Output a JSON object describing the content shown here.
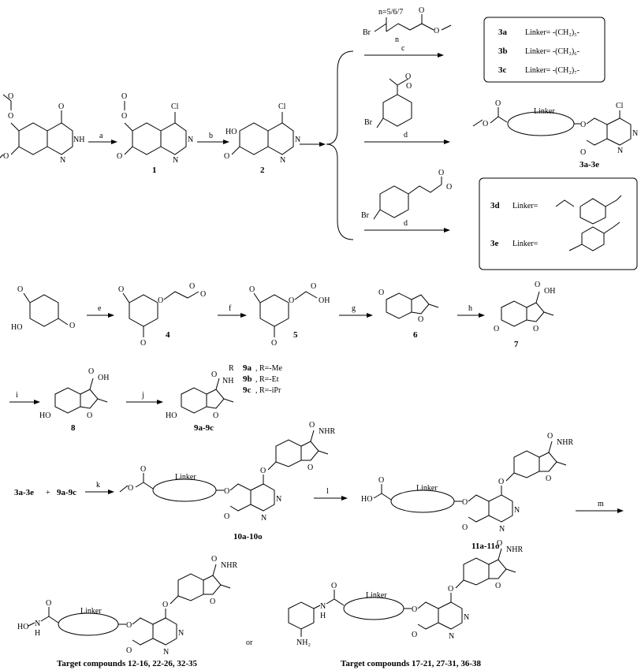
{
  "conditions": {
    "a": "a",
    "b": "b",
    "c": "c",
    "d1": "d",
    "d2": "d",
    "e": "e",
    "f": "f",
    "g": "g",
    "h": "h",
    "i": "i",
    "j": "j",
    "k": "k",
    "l": "l",
    "m": "m"
  },
  "compounds": {
    "c1": "1",
    "c2": "2",
    "c3": "3a-3e",
    "c4": "4",
    "c5": "5",
    "c6": "6",
    "c7": "7",
    "c8": "8",
    "c9": "9a-9c",
    "c10": "10a-10o",
    "c11": "11a-11o",
    "t1": "Target compounds 12-16, 22-26, 32-35",
    "t2": "Target compounds 17-21, 27-31, 36-38",
    "r3": "3a-3e",
    "r9": "9a-9c",
    "plus": "+",
    "or": "or"
  },
  "reagent_c": {
    "n_label": "n=5/6/7",
    "n_sub": "n"
  },
  "box1": {
    "rows": [
      {
        "id": "3a",
        "text": "Linker=  -(CH₂)₅-"
      },
      {
        "id": "3b",
        "text": "Linker=  -(CH₂)₆-"
      },
      {
        "id": "3c",
        "text": "Linker=  -(CH₂)₇-"
      }
    ]
  },
  "box2": {
    "rows": [
      {
        "id": "3d",
        "text": "Linker="
      },
      {
        "id": "3e",
        "text": "Linker="
      }
    ]
  },
  "series9": [
    {
      "id": "9a",
      "text": ", R=-Me"
    },
    {
      "id": "9b",
      "text": ", R=-Et"
    },
    {
      "id": "9c",
      "text": ", R=-iPr"
    }
  ],
  "linker_label": "Linker",
  "atoms": {
    "O": "O",
    "N": "N",
    "NH": "NH",
    "Cl": "Cl",
    "HO": "HO",
    "Br": "Br",
    "OH": "OH",
    "NHR": "NHR",
    "R": "R",
    "HOHN": "H",
    "NH2": "NH₂"
  }
}
